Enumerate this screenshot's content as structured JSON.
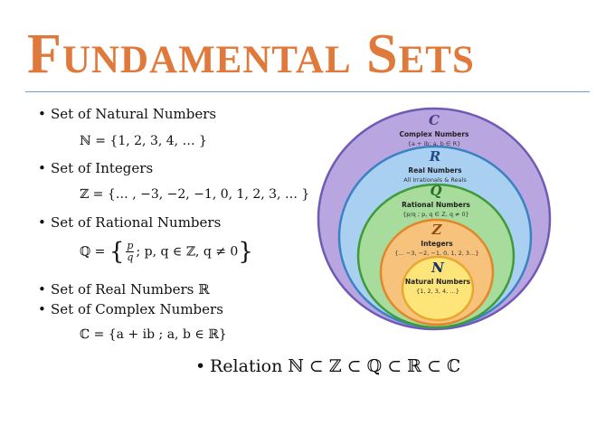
{
  "title": "Fundamental Sets",
  "items": [
    {
      "label": "Set of Natural Numbers",
      "formula": "ℕ = {1, 2, 3, 4, … }"
    },
    {
      "label": "Set of Integers",
      "formula": "ℤ = {… , −3, −2, −1, 0, 1,  2,  3, … }"
    },
    {
      "label": "Set of Rational Numbers",
      "formula": {
        "set": "ℚ",
        "eq": "=",
        "open": "{",
        "num": "p",
        "den": "q",
        "rest": "; p, q  ∈ ℤ, q ≠ 0",
        "close": "}"
      }
    },
    {
      "label": "Set of Real Numbers ℝ"
    },
    {
      "label": "Set of Complex Numbers",
      "formula": "ℂ = {a + ib ; a, b ∈ ℝ}"
    }
  ],
  "relation": "Relation ℕ ⊂ ℤ ⊂ ℚ ⊂ ℝ ⊂ ℂ",
  "venn": [
    {
      "letter": "C",
      "name": "Complex Numbers",
      "desc": "{a + ib; a, b ∈ R}",
      "fill": "#b9a6e0",
      "stroke": "#6f5bb5",
      "letter_color": "#4b3c8c"
    },
    {
      "letter": "R",
      "name": "Real Numbers",
      "desc": "All Irrationals & Reals",
      "fill": "#a9d0f0",
      "stroke": "#3b82c4",
      "letter_color": "#1f4e8c"
    },
    {
      "letter": "Q",
      "name": "Rational Numbers",
      "desc": "{p/q ; p, q ∈ Z, q ≠ 0}",
      "fill": "#a8dc9c",
      "stroke": "#3f9b3a",
      "letter_color": "#2a6e26"
    },
    {
      "letter": "Z",
      "name": "Integers",
      "desc": "{… −3, −2, −1, 0, 1, 2, 3…}",
      "fill": "#f7c27b",
      "stroke": "#e0872a",
      "letter_color": "#8a4a12"
    },
    {
      "letter": "N",
      "name": "Natural Numbers",
      "desc": "{1, 2, 3, 4, …}",
      "fill": "#fde57a",
      "stroke": "#e8a72e",
      "letter_color": "#1c2f6e"
    }
  ]
}
